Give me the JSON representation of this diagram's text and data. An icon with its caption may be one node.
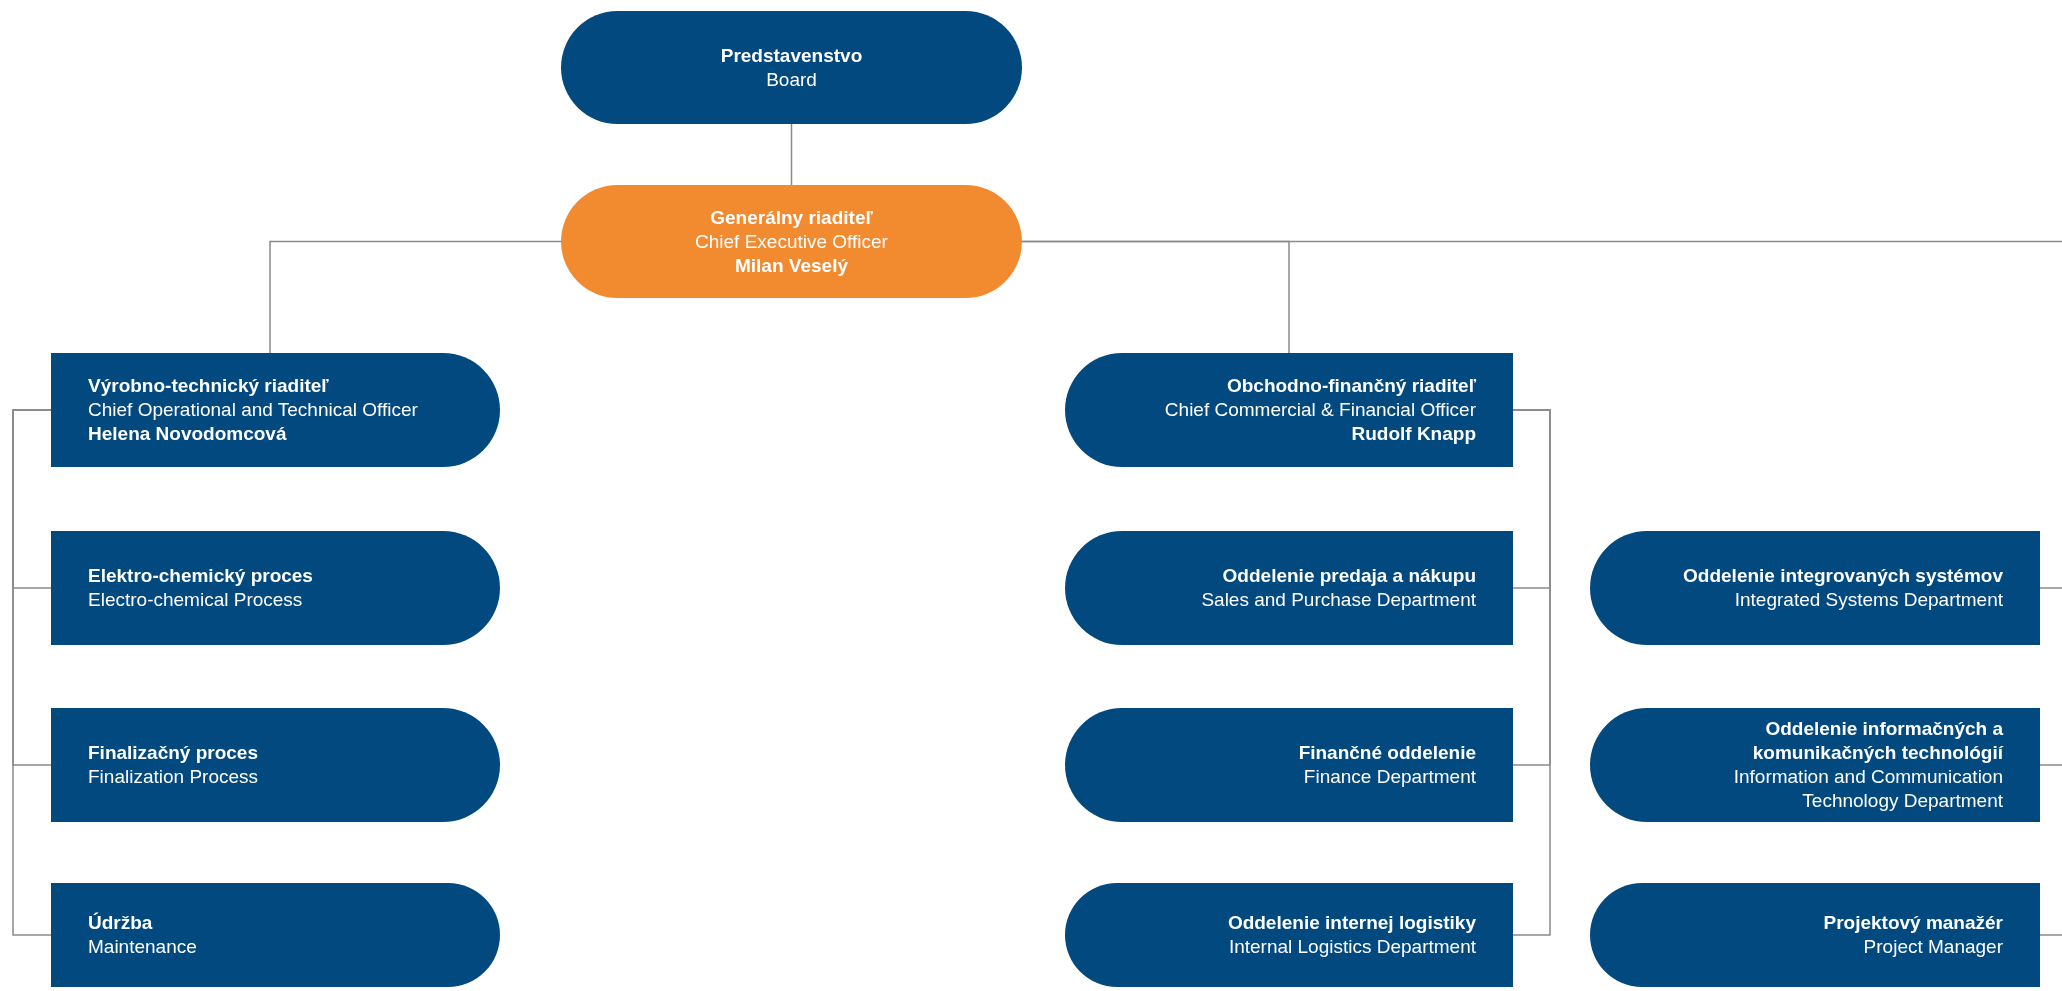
{
  "diagram": {
    "nodes": [
      {
        "text": [
          "Predstavenstvo",
          "Board"
        ]
      },
      {
        "text": [
          "Generálny riaditeľ",
          "Chief Executive Officer",
          "Milan Veselý"
        ]
      },
      {
        "text": [
          "Výrobno-technický riaditeľ",
          "Chief Operational and Technical Officer",
          "Helena Novodomcová"
        ]
      },
      {
        "text": [
          "Obchodno-finančný riaditeľ",
          "Chief Commercial & Financial Officer",
          "Rudolf Knapp"
        ]
      },
      {
        "text": [
          "Elektro-chemický proces",
          "Electro-chemical Process"
        ]
      },
      {
        "text": [
          "Oddelenie predaja a nákupu",
          "Sales and Purchase Department"
        ]
      },
      {
        "text": [
          "Oddelenie integrovaných systémov",
          "Integrated Systems Department"
        ]
      },
      {
        "text": [
          "Finalizačný proces",
          "Finalization Process"
        ]
      },
      {
        "text": [
          "Finančné oddelenie",
          "Finance Department"
        ]
      },
      {
        "text": [
          "Oddelenie informačných a komunikačných technológií",
          "Information and Communication Technology Department"
        ]
      },
      {
        "text": [
          "Údržba",
          "Maintenance"
        ]
      },
      {
        "text": [
          "Oddelenie internej logistiky",
          "Internal Logistics Department"
        ]
      },
      {
        "text": [
          "Projektový manažér",
          "Project Manager"
        ]
      }
    ],
    "edges": [
      {
        "from": 0,
        "to": 1,
        "arrow": "none"
      },
      {
        "from": 1,
        "to": 2,
        "arrow": "none"
      },
      {
        "from": 1,
        "to": 3,
        "arrow": "none"
      },
      {
        "from": 1,
        "to": null,
        "arrow": "none"
      },
      {
        "from": 2,
        "to": 4,
        "arrow": "none"
      },
      {
        "from": 2,
        "to": 7,
        "arrow": "none"
      },
      {
        "from": 2,
        "to": 10,
        "arrow": "none"
      },
      {
        "from": 3,
        "to": 5,
        "arrow": "none"
      },
      {
        "from": 3,
        "to": 8,
        "arrow": "none"
      },
      {
        "from": 3,
        "to": 11,
        "arrow": "none"
      },
      {
        "from": null,
        "to": 6,
        "arrow": "none"
      },
      {
        "from": null,
        "to": 9,
        "arrow": "none"
      },
      {
        "from": null,
        "to": 12,
        "arrow": "none"
      }
    ]
  }
}
